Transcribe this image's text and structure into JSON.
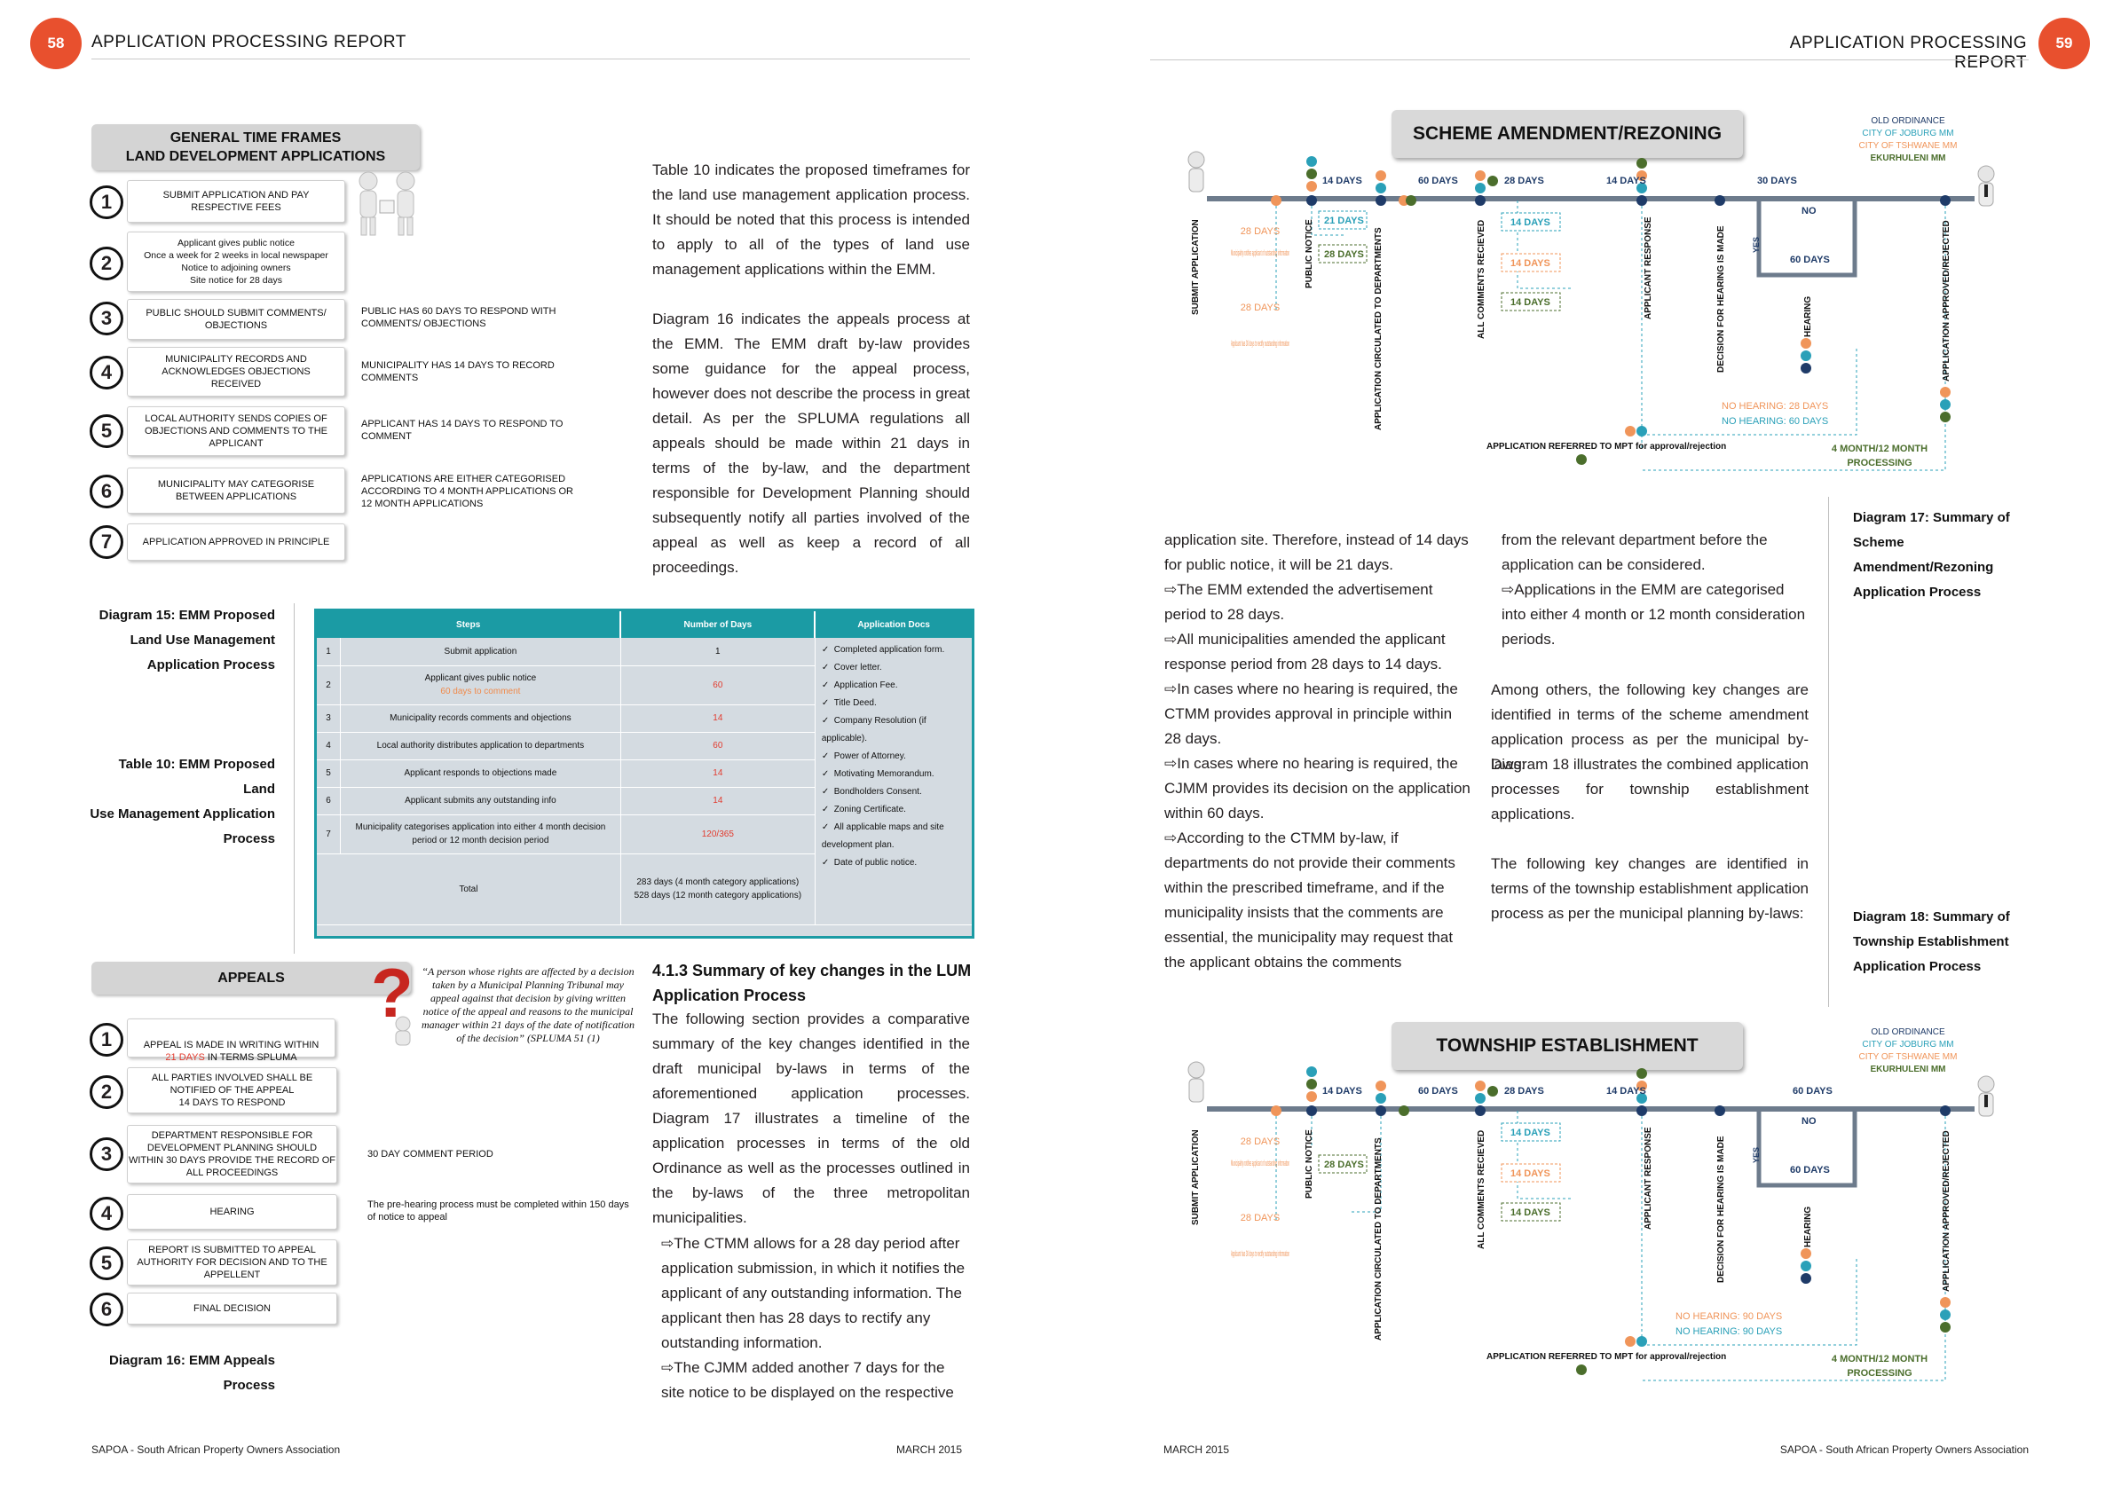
{
  "header": {
    "left_page_number": "58",
    "right_page_number": "59",
    "left_title": "APPLICATION PROCESSING REPORT",
    "right_title": "APPLICATION PROCESSING REPORT"
  },
  "footer": {
    "left_org": "SAPOA - South African Property Owners Association",
    "left_date": "MARCH 2015",
    "right_date": "MARCH 2015",
    "right_org": "SAPOA - South African Property Owners Association"
  },
  "general_time_frames": {
    "title_line1": "GENERAL TIME FRAMES",
    "title_line2": "LAND DEVELOPMENT APPLICATIONS",
    "steps": [
      {
        "num": "1",
        "text": "Submit application and pay\nrespective fees",
        "note": ""
      },
      {
        "num": "2",
        "text": "Applicant gives public notice\nOnce a week for 2 weeks in local newspaper\nNotice to adjoining owners\nSite notice for 28 days",
        "note": ""
      },
      {
        "num": "3",
        "text": "Public should submit comments/\nobjections",
        "note": "PUBLIC HAS 60 DAYS TO RESPOND WITH\nCOMMENTS/ OBJECTIONS"
      },
      {
        "num": "4",
        "text": "Municipality records and\nacknowledges objections\nreceived",
        "note": "MUNICIPALITY HAS 14 DAYS TO RECORD\nCOMMENTS"
      },
      {
        "num": "5",
        "text": "Local authority sends  copies of\nobjections and comments to the\napplicant",
        "note": "APPLICANT HAS 14 DAYS TO RESPOND TO\nCOMMENT"
      },
      {
        "num": "6",
        "text": "Municipality may categorise\nbetween applications",
        "note": "APPLICATIONS ARE EITHER CATEGORISED\nACCORDING TO 4 MONTH APPLICATIONS OR\n12 MONTH APPLICATIONS"
      },
      {
        "num": "7",
        "text": "Application approved in principle",
        "note": ""
      }
    ]
  },
  "captions": {
    "diagram15": "Diagram 15: EMM Proposed\nLand Use Management\nApplication Process",
    "table10": "Table 10: EMM Proposed Land\nUse Management Application\nProcess",
    "diagram16": "Diagram 16: EMM Appeals\nProcess",
    "diagram17": "Diagram 17: Summary of\nScheme Amendment/Rezoning\nApplication Process",
    "diagram18": "Diagram 18: Summary of\nTownship Establishment\nApplication Process"
  },
  "left_text": {
    "para1": "Table 10 indicates the proposed timeframes for the land use management application process. It should be noted that this process is intended to apply to all of the types of land use management applications within the EMM.",
    "para2": "Diagram 16 indicates the appeals process at the EMM. The EMM draft by-law provides some guidance for the appeal process, however does not describe the process in great detail. As per the SPLUMA regulations all appeals should be made within 21 days in terms of the by-law, and the department responsible for Development Planning should subsequently notify all parties involved of the appeal as well as keep a record of all proceedings.",
    "section_heading": "4.1.3 Summary of key changes in the LUM Application Process",
    "para3": "The following section provides a comparative summary of the key changes identified in the draft municipal by-laws in terms of the aforementioned application processes. Diagram 17 illustrates a timeline of the application processes in terms of the old Ordinance as well as the processes outlined in the by-laws of the three metropolitan municipalities.",
    "bullet1": "⇨The CTMM allows for a 28 day period after application submission, in which it notifies the applicant of any outstanding information. The applicant then has 28 days to rectify any outstanding information.",
    "bullet2": "⇨The CJMM added another 7 days for the site notice to be displayed on the respective"
  },
  "table10": {
    "headers": [
      "Steps",
      "Number of Days",
      "Application Docs"
    ],
    "rows": [
      {
        "num": "1",
        "step": "Submit application",
        "days": "1"
      },
      {
        "num": "2",
        "step": "Applicant gives public notice",
        "step_sub": "60 days to comment",
        "days": "60"
      },
      {
        "num": "3",
        "step": "Municipality records comments and objections",
        "days": "14"
      },
      {
        "num": "4",
        "step": "Local authority distributes application to departments",
        "days": "60"
      },
      {
        "num": "5",
        "step": "Applicant responds to objections made",
        "days": "14"
      },
      {
        "num": "6",
        "step": "Applicant submits any outstanding info",
        "days": "14"
      },
      {
        "num": "7",
        "step": "Municipality categorises application into either 4 month decision period or 12 month decision period",
        "days": "120/365"
      }
    ],
    "total_label": "Total",
    "total_days_1": "283 days (4 month category applications)",
    "total_days_2": "528 days (12 month category applications)",
    "docs": [
      "Completed application form.",
      "Cover letter.",
      "Application Fee.",
      "Title Deed.",
      "Company Resolution (if applicable).",
      "Power of Attorney.",
      "Motivating Memorandum.",
      "Bondholders Consent.",
      "Zoning Certificate.",
      "All applicable maps and site development plan.",
      "Date of public notice."
    ]
  },
  "appeals": {
    "title": "APPEALS",
    "quote": "“A person whose rights are affected by a decision taken by a Municipal Planning Tribunal may appeal against that decision by giving written notice of the appeal and reasons to the municipal manager within 21 days of the date of notification of the decision” (SPLUMA 51 (1)",
    "step1_a": "Appeal is made in writing within",
    "step1_red": "21 days",
    "step1_b": "in terms SPLUMA",
    "steps": [
      {
        "num": "2",
        "text": "All parties involved shall be\nnotified of the appeal\n14 days to respond",
        "note": ""
      },
      {
        "num": "3",
        "text": "Department responsible for\ndevelopment planning should\nwithin 30 days provide the record of\nall proceedings",
        "note": "30 DAY COMMENT PERIOD"
      },
      {
        "num": "4",
        "text": "Hearing",
        "note": "The pre-hearing process must be completed within 150 days\nof notice to appeal"
      },
      {
        "num": "5",
        "text": "Report is submitted to appeal\nauthority for decision and to the\nappellent",
        "note": ""
      },
      {
        "num": "6",
        "text": "Final decision",
        "note": ""
      }
    ],
    "step1_num": "1"
  },
  "right_text": {
    "col1": [
      "application site. Therefore, instead of 14 days for public notice, it will be 21 days.",
      "⇨The EMM extended the advertisement period to 28 days.",
      "⇨All municipalities amended the applicant response period from 28 days to 14 days.",
      "⇨In cases where no hearing is required, the CTMM provides approval in principle within 28 days.",
      "⇨In cases where no hearing is required, the CJMM provides its decision on the application within 60 days.",
      "⇨According to the CTMM by-law, if departments do not provide their comments within the prescribed timeframe, and if the municipality insists that the comments are essential, the municipality may request that the applicant obtains the comments"
    ],
    "col2_lead": "from the relevant department before the application can be considered.",
    "col2_bullet": "⇨Applications in the EMM are categorised into either 4 month or 12 month consideration periods.",
    "col2_para1": "Among others, the following key changes are identified in terms of the scheme amendment application process as per the municipal by-laws:",
    "col2_para2": "Diagram 18 illustrates the combined application processes for township establishment applications.",
    "col2_para3": "The following key changes are identified in terms of the township establishment application process as per the municipal planning by-laws:"
  },
  "legend": {
    "old": "OLD ORDINANCE",
    "joburg": "CITY OF JOBURG MM",
    "tshwane": "CITY OF TSHWANE MM",
    "ekurhuleni": "EKURHULENI MM"
  },
  "colors": {
    "accent": "#e8502e",
    "teal": "#1b9ba4",
    "navy": "#1f3b68",
    "joburg": "#2aa0b8",
    "tshwane": "#f0955a",
    "ekurhuleni": "#4b6e2c",
    "grey": "#6d7b8c"
  },
  "diagram17": {
    "title": "SCHEME AMENDMENT/REZONING",
    "milestones": [
      "SUBMIT APPLICATION",
      "PUBLIC NOTICE",
      "APPLICATION CIRCULATED TO DEPARTMENTS",
      "ALL COMMENTS RECIEVED",
      "APPLICANT RESPONSE",
      "DECISION FOR HEARING IS MADE",
      "HEARING",
      "APPLICATION APPROVED/REJECTED"
    ],
    "top_days": [
      "14 DAYS",
      "60 DAYS",
      "28 DAYS",
      "14 DAYS",
      "30 DAYS"
    ],
    "d28a": "28 DAYS",
    "note1": "Municipality notifies applicant of outstanding information",
    "d28b": "28 DAYS",
    "note2": "Applicant has 30 days to rectify outstanding information",
    "d21": "21 DAYS",
    "d28c": "28 DAYS",
    "d14a": "14 DAYS",
    "d14b": "14 DAYS",
    "d14c": "14 DAYS",
    "no": "NO",
    "yes": "YES",
    "d60": "60 DAYS",
    "no_hearing_1": "NO HEARING: 28 DAYS",
    "no_hearing_2": "NO HEARING: 60 DAYS",
    "referred": "APPLICATION REFERRED TO MPT for approval/rejection",
    "processing": "4 MONTH/12 MONTH\nPROCESSING"
  },
  "diagram18": {
    "title": "TOWNSHIP ESTABLISHMENT",
    "milestones": [
      "SUBMIT APPLICATION",
      "PUBLIC NOTICE",
      "APPLICATION CIRCULATED TO DEPARTMENTS",
      "ALL COMMENTS RECIEVED",
      "APPLICANT RESPONSE",
      "DECISION FOR HEARING IS MADE",
      "HEARING",
      "APPLICATION APPROVED/REJECTED"
    ],
    "top_days": [
      "14 DAYS",
      "60 DAYS",
      "28 DAYS",
      "14 DAYS",
      "60 DAYS"
    ],
    "d28a": "28 DAYS",
    "note1": "Municipality notifies applicant of outstanding information",
    "d28b": "28 DAYS",
    "note2": "Applicant has 30 days to rectify outstanding information",
    "d28c": "28 DAYS",
    "d14a": "14 DAYS",
    "d14b": "14 DAYS",
    "d14c": "14 DAYS",
    "no": "NO",
    "yes": "YES",
    "d60": "60 DAYS",
    "no_hearing_1": "NO HEARING: 90 DAYS",
    "no_hearing_2": "NO HEARING: 90 DAYS",
    "referred": "APPLICATION REFERRED TO MPT for approval/rejection",
    "processing": "4 MONTH/12 MONTH\nPROCESSING"
  }
}
